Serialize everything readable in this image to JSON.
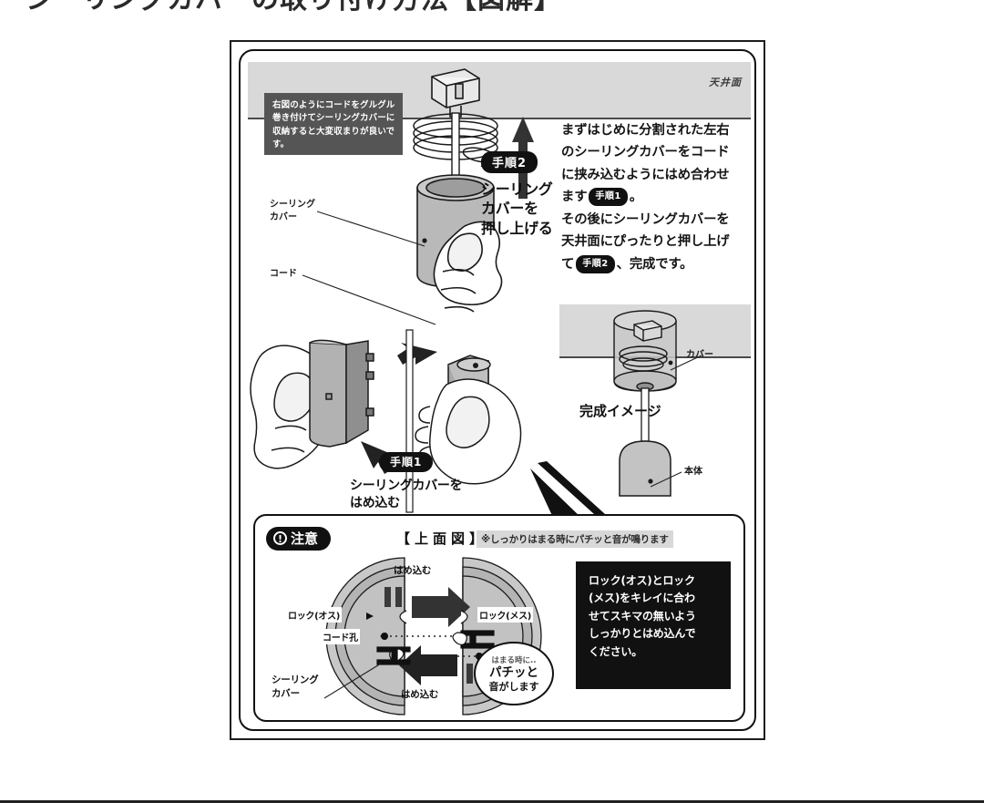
{
  "page": {
    "title_cutoff": "シーリングカバーの取り付け方法【図解】"
  },
  "diagram": {
    "ceiling_label": "天井面",
    "memo_note": "右図のようにコードをグルグル巻き付けてシーリングカバーに収納すると大変収まりが良いです。",
    "instruction": {
      "line1": "まずはじめに分割された左右",
      "line2": "のシーリングカバーをコード",
      "line3": "に挟み込むようにはめ合わせ",
      "line4_pre": "ます",
      "step1_pill": "手順1",
      "line4_post": "。",
      "line5": "その後にシーリングカバーを",
      "line6": "天井面にぴったりと押し上げ",
      "line7_pre": "て",
      "step2_pill": "手順2",
      "line7_post": "、完成です。"
    },
    "step2": {
      "badge": "手順2",
      "text_line1": "シーリング",
      "text_line2": "カバーを",
      "text_line3": "押し上げる"
    },
    "step1": {
      "badge": "手順1",
      "text_line1": "シーリングカバーを",
      "text_line2": "はめ込む"
    },
    "labels": {
      "ceiling_cover_l1": "シーリング",
      "ceiling_cover_l2": "カバー",
      "cord": "コード",
      "cover": "カバー",
      "body": "本体"
    },
    "finished": {
      "caption": "完成イメージ"
    }
  },
  "caution": {
    "badge_icon": "exclamation-icon",
    "badge_label": "注意",
    "topview_title": "【上面図】",
    "snap_note": "※しっかりはまる時にパチッと音が鳴ります",
    "note_box": {
      "l1": "ロック(オス)とロック",
      "l2": "(メス)をキレイに合わ",
      "l3": "せてスキマの無いよう",
      "l4": "しっかりとはめ込んで",
      "l5": "ください。"
    },
    "labels": {
      "insert_top": "はめ込む",
      "insert_bottom": "はめ込む",
      "lock_male": "ロック(オス)",
      "lock_female": "ロック(メス)",
      "cord_hole": "コード孔",
      "ceiling_cover_l1": "シーリング",
      "ceiling_cover_l2": "カバー"
    },
    "bubble": {
      "l1": "はまる時に..",
      "l2": "パチッと",
      "l3": "音がします"
    }
  },
  "colors": {
    "ink": "#111111",
    "band_gray": "#d9d9d9",
    "memo_gray": "#555555",
    "part_gray": "#b9b9b9",
    "part_gray_dark": "#9a9a9a",
    "note_black": "#111111"
  }
}
